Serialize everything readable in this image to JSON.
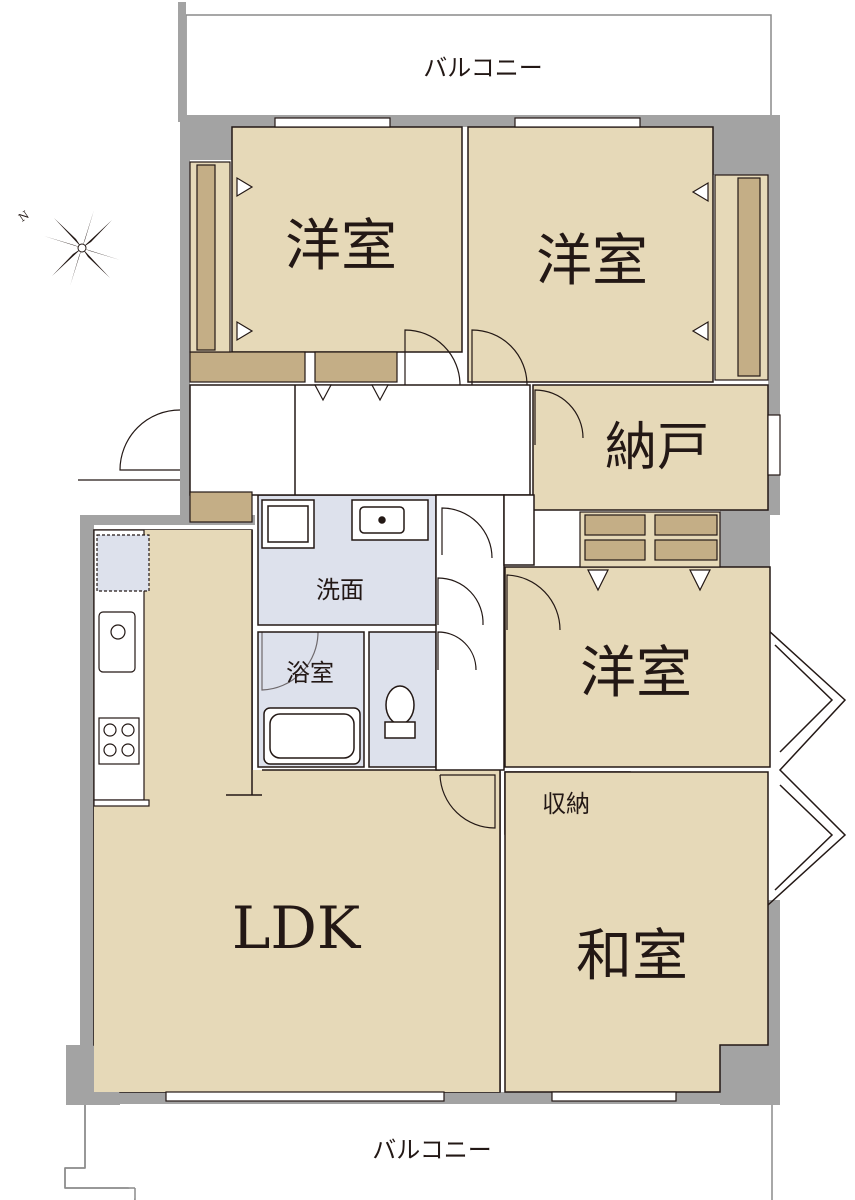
{
  "floor_plan": {
    "balcony_top": "バルコニー",
    "balcony_bottom": "バルコニー",
    "rooms": {
      "western_room_nw": "洋室",
      "western_room_ne": "洋室",
      "storage_room": "納戸",
      "western_room_e": "洋室",
      "washroom": "洗面",
      "bathroom": "浴室",
      "closet": "収納",
      "ldk": "LDK",
      "japanese_room": "和室"
    },
    "compass": {
      "north_label": "N"
    },
    "colors": {
      "wall": "#a3a3a3",
      "room_floor": "#e6d9b8",
      "storage_floor": "#c4ae86",
      "wet_area": "#dde1ec",
      "line": "#231815",
      "background": "#ffffff"
    }
  }
}
